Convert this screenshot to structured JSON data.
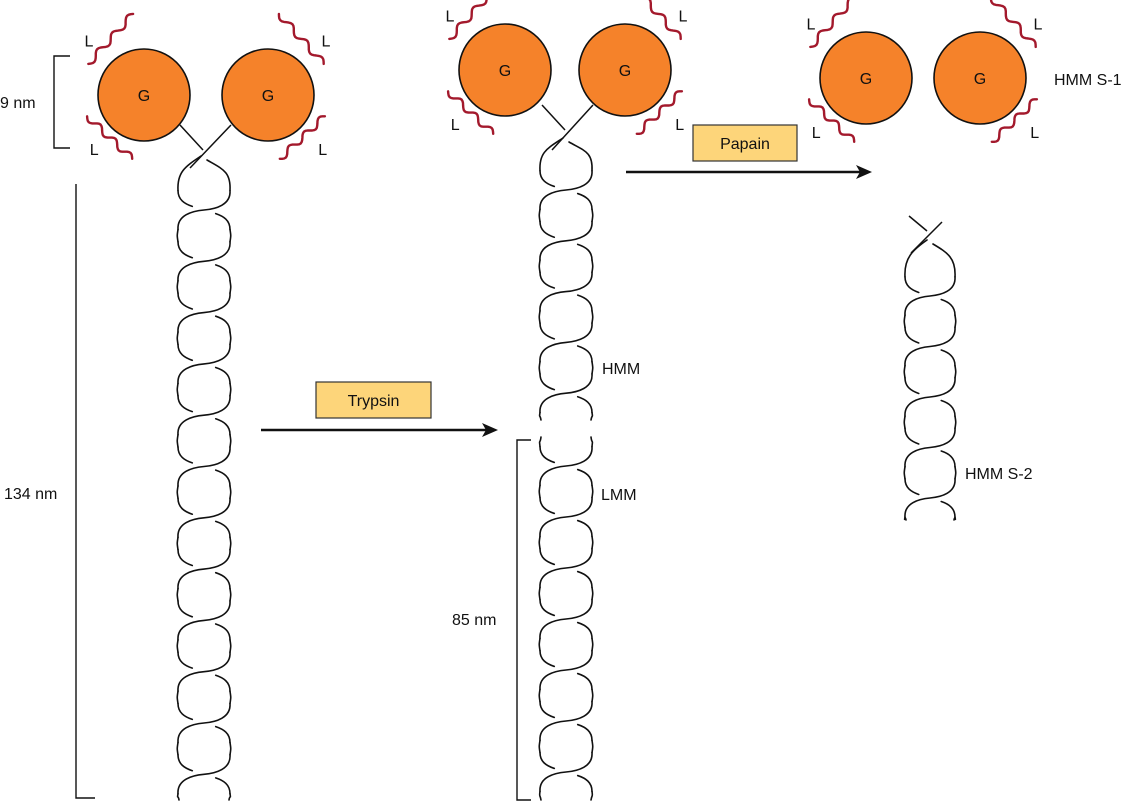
{
  "title": "Myosin proteolytic fragmentation",
  "colors": {
    "head_fill": "#F5822A",
    "head_stroke": "#111111",
    "light_chain": "#A3192C",
    "enzyme_box_fill": "#FDD57A",
    "enzyme_box_stroke": "#333333",
    "line": "#111111"
  },
  "labels": {
    "head": "G",
    "light_chain": "L",
    "head_size": "9 nm",
    "myosin_length": "134 nm",
    "lmm_length": "85 nm",
    "hmm": "HMM",
    "lmm": "LMM",
    "s1": "HMM S-1",
    "s2": "HMM S-2"
  },
  "enzymes": {
    "trypsin": "Trypsin",
    "papain": "Papain"
  },
  "molecules": [
    {
      "name": "intact-myosin",
      "heads": 2,
      "light_chains_per_head": 2,
      "helix_turns": 12
    },
    {
      "name": "hmm",
      "heads": 2,
      "light_chains_per_head": 2,
      "helix_turns": 5
    },
    {
      "name": "lmm",
      "heads": 0,
      "helix_turns": 7
    },
    {
      "name": "hmm-s1",
      "heads": 2,
      "light_chains_per_head": 2
    },
    {
      "name": "hmm-s2",
      "heads": 0,
      "helix_turns": 5
    }
  ]
}
